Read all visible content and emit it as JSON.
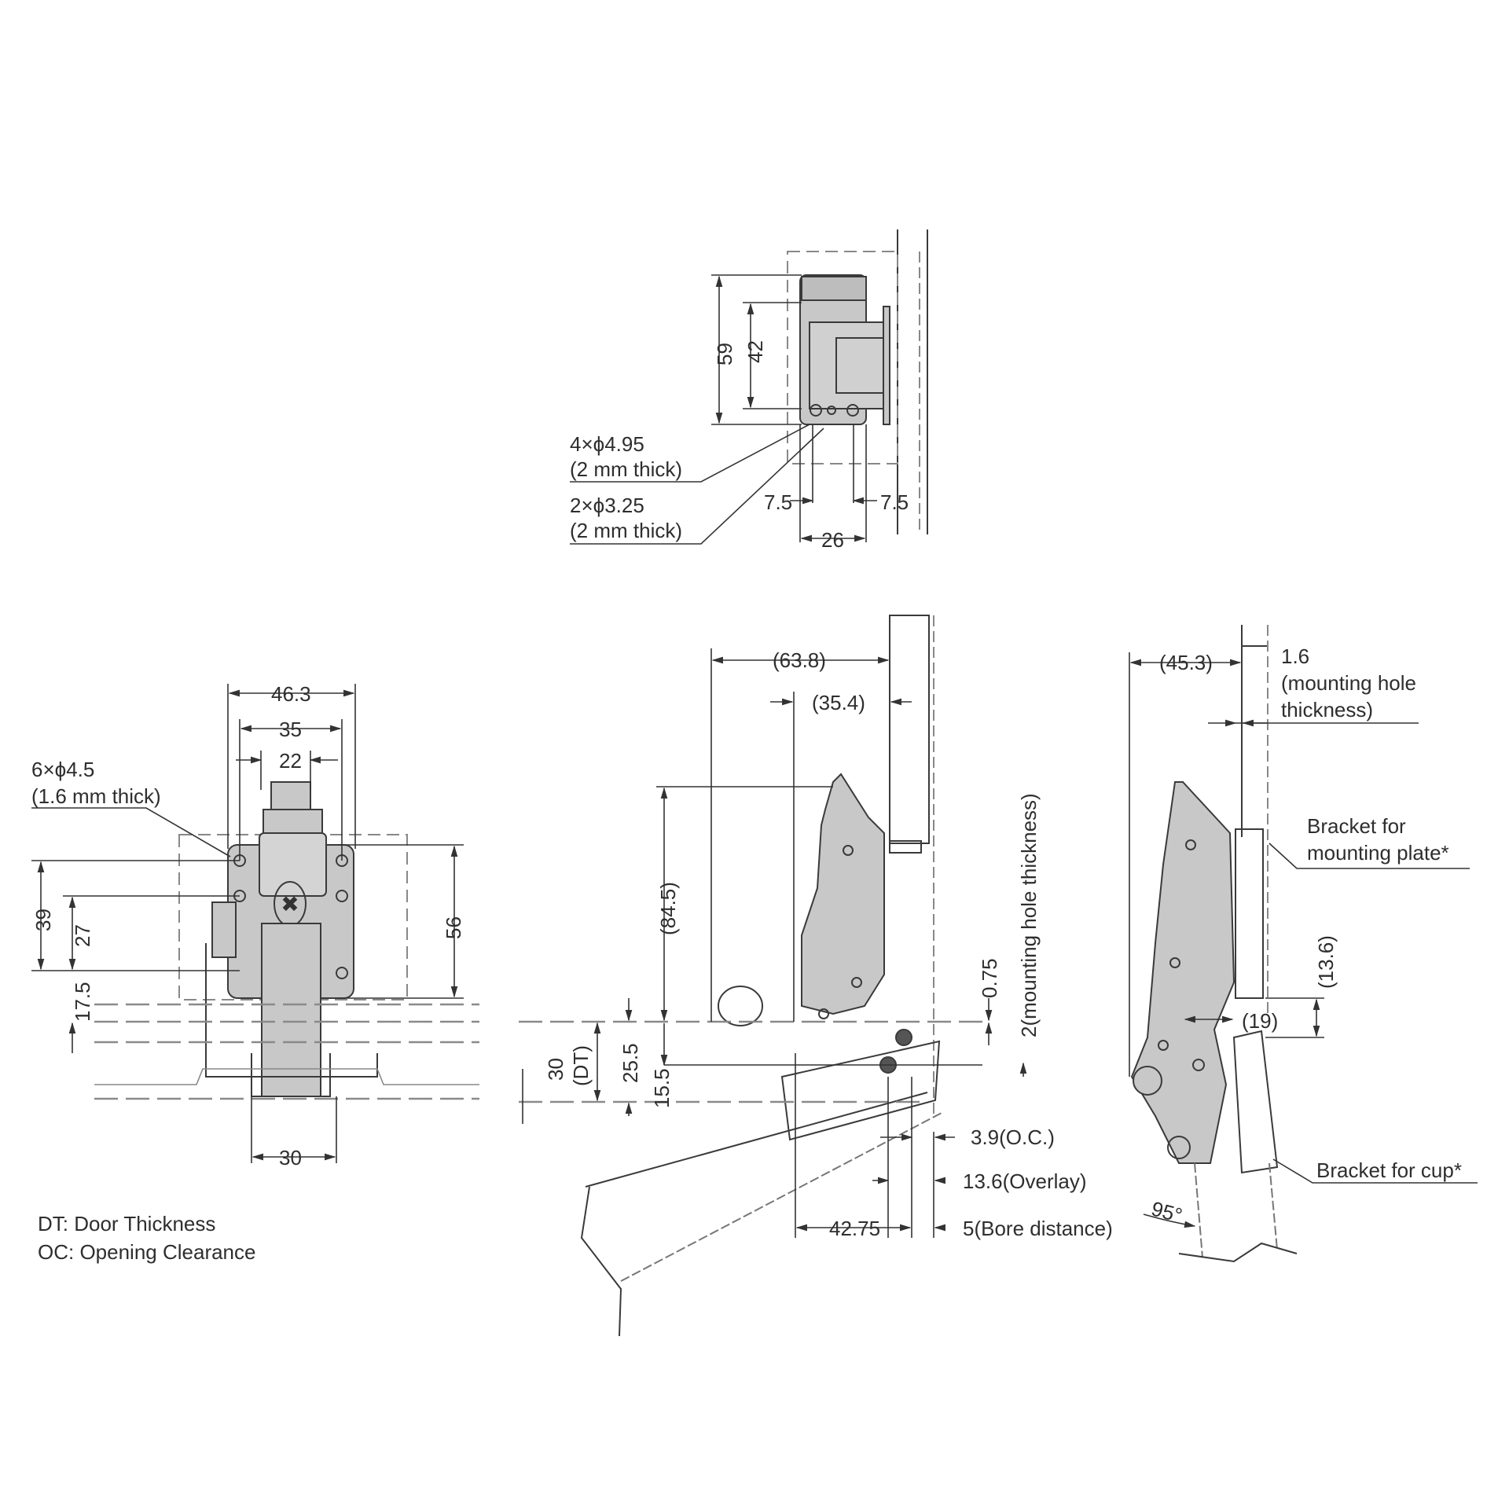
{
  "top_view": {
    "dims": {
      "h59": "59",
      "h42": "42",
      "left_offset": "7.5",
      "right_offset": "7.5",
      "width": "26"
    },
    "callouts": [
      {
        "line1": "4×ϕ4.95",
        "line2": "(2 mm thick)"
      },
      {
        "line1": "2×ϕ3.25",
        "line2": "(2 mm thick)"
      }
    ]
  },
  "front_view": {
    "dims": {
      "w463": "46.3",
      "w35": "35",
      "w22": "22",
      "h39": "39",
      "h27": "27",
      "h175": "17.5",
      "h56": "56",
      "w30": "30"
    },
    "callout": {
      "line1": "6×ϕ4.5",
      "line2": "(1.6 mm thick)"
    }
  },
  "legend": {
    "dt": "DT: Door Thickness",
    "oc": "OC: Opening Clearance"
  },
  "side_view": {
    "dims": {
      "d638": "(63.8)",
      "d354": "(35.4)",
      "d845": "(84.5)",
      "d075": "0.75",
      "d2": "2(mounting hole thickness)",
      "d30": "30",
      "dt": "(DT)",
      "d255": "25.5",
      "d155": "15.5",
      "oc": "3.9(O.C.)",
      "overlay": "13.6(Overlay)",
      "d4275": "42.75",
      "bore": "5(Bore distance)"
    }
  },
  "open_view": {
    "dims": {
      "d453": "(45.3)",
      "d16": "1.6",
      "d16_note1": "(mounting hole",
      "d16_note2": "thickness)",
      "d136": "(13.6)",
      "d19": "(19)",
      "angle": "95°"
    },
    "labels": {
      "plate1": "Bracket for",
      "plate2": "mounting plate*",
      "cup": "Bracket for cup*"
    }
  },
  "colors": {
    "line": "#3a3a3a",
    "fill": "#c8c8c8",
    "guide": "#8a8a8a"
  }
}
